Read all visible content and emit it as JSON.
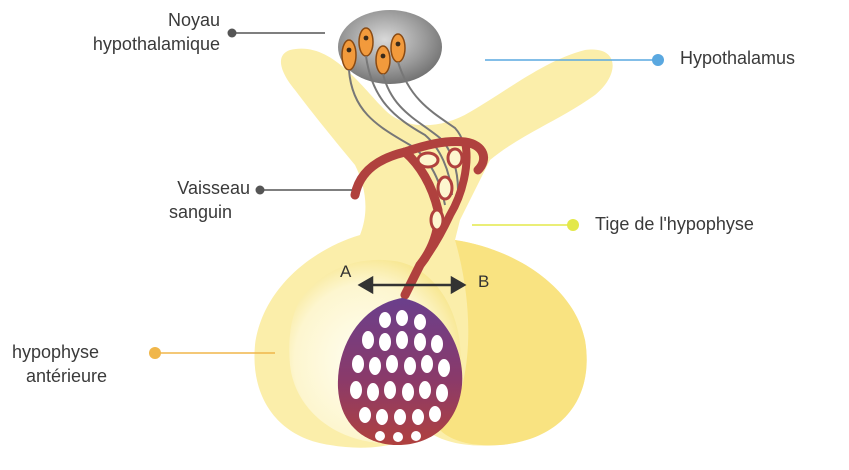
{
  "labels": {
    "noyau_line1": "Noyau",
    "noyau_line2": "hypothalamique",
    "hypothalamus": "Hypothalamus",
    "vaisseau_line1": "Vaisseau",
    "vaisseau_line2": "sanguin",
    "tige": "Tige de l'hypophyse",
    "hypophyse_line1": "hypophyse",
    "hypophyse_line2": "antérieure",
    "point_a": "A",
    "point_b": "B"
  },
  "colors": {
    "noyau_dot": "#555555",
    "hypothalamus_dot": "#5aa8e0",
    "vaisseau_dot": "#555555",
    "tige_dot": "#e3e84a",
    "hypophyse_dot": "#f0b64a",
    "gland_fill": "#fbeeaa",
    "vessel": "#b0413e",
    "capillary_purple": "#6a3f8c"
  }
}
